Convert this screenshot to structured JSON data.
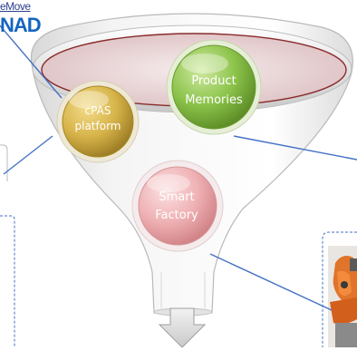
{
  "top_left_text": "eMove",
  "logo_text": "NAD",
  "bubbles": {
    "cpas": {
      "line1": "cPAS",
      "line2": "platform"
    },
    "product": {
      "line1": "Product",
      "line2": "Memories"
    },
    "smart": {
      "line1": "Smart",
      "line2": "Factory"
    }
  },
  "colors": {
    "funnel_top_fill": "#ead9da",
    "funnel_top_stroke": "#8a2a2a",
    "cpas_color": "#c9a43a",
    "product_color": "#7cb13f",
    "smart_color": "#e8a0a4",
    "connector_line": "#4472c4",
    "arrow": "#d9d9d9"
  },
  "icons": {
    "down_arrow": "down-arrow-icon",
    "robot_image": "industrial-robot-photo"
  }
}
